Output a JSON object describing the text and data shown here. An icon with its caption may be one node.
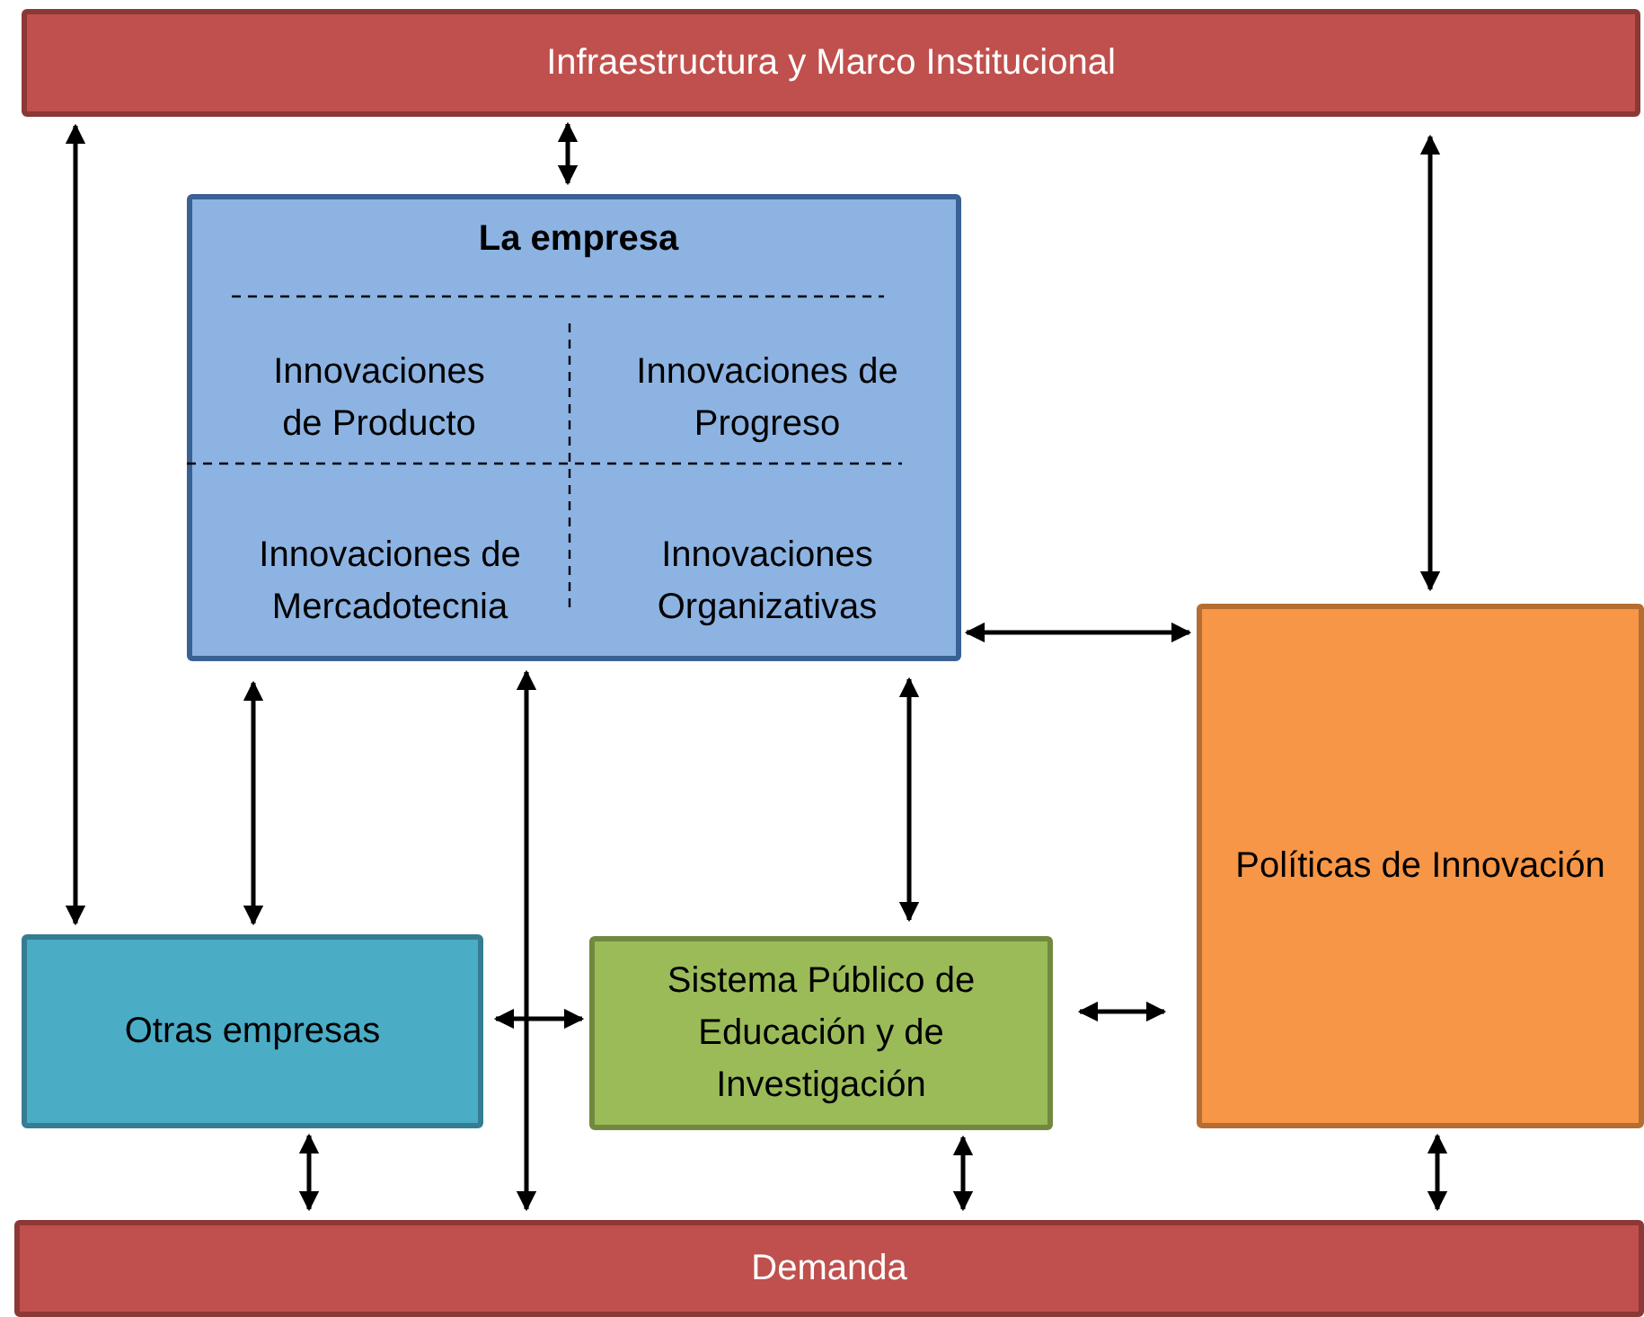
{
  "diagram": {
    "nodes": [
      {
        "text": [
          "Infraestructura y Marco Institucional"
        ]
      },
      {
        "text": [
          "La empresa",
          "Innovaciones de Producto",
          "Innovaciones de Progreso",
          "Innovaciones de Mercadotecnia",
          "Innovaciones Organizativas"
        ]
      },
      {
        "text": [
          "Otras empresas"
        ]
      },
      {
        "text": [
          "Sistema Público de Educación y de Investigación"
        ]
      },
      {
        "text": [
          "Políticas de Innovación"
        ]
      },
      {
        "text": [
          "Demanda"
        ]
      }
    ],
    "edges": [
      {
        "from": 0,
        "to": 2,
        "arrow": "both"
      },
      {
        "from": 0,
        "to": 1,
        "arrow": "both"
      },
      {
        "from": 0,
        "to": 4,
        "arrow": "both"
      },
      {
        "from": 1,
        "to": 4,
        "arrow": "both"
      },
      {
        "from": 1,
        "to": 2,
        "arrow": "both"
      },
      {
        "from": 1,
        "to": 5,
        "arrow": "both"
      },
      {
        "from": 1,
        "to": 3,
        "arrow": "both"
      },
      {
        "from": 2,
        "to": 3,
        "arrow": "both"
      },
      {
        "from": 3,
        "to": 4,
        "arrow": "both"
      },
      {
        "from": 2,
        "to": 5,
        "arrow": "both"
      },
      {
        "from": 3,
        "to": 5,
        "arrow": "both"
      },
      {
        "from": 4,
        "to": 5,
        "arrow": "both"
      }
    ]
  }
}
